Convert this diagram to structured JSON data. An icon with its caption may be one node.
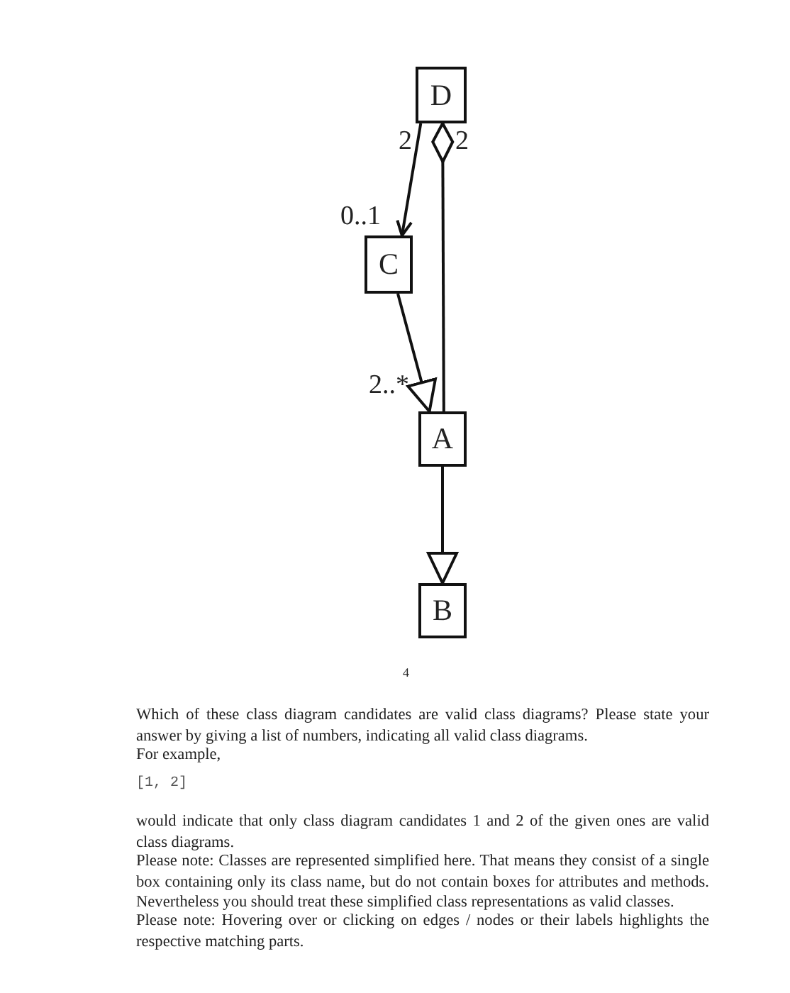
{
  "diagram": {
    "nodes": [
      {
        "text": [
          "D"
        ]
      },
      {
        "text": [
          "C"
        ]
      },
      {
        "text": [
          "A"
        ]
      },
      {
        "text": [
          "B"
        ]
      }
    ],
    "edges": [
      {
        "from": 0,
        "to": 1,
        "arrow": "to"
      },
      {
        "from": 0,
        "to": 2,
        "arrow": "other"
      },
      {
        "from": 1,
        "to": 2,
        "arrow": "to"
      },
      {
        "from": 2,
        "to": 3,
        "arrow": "to"
      }
    ],
    "labels": [
      "2",
      "2",
      "0..1",
      "2..*",
      "4",
      "Which of these class diagram candidates are valid class diagrams? Please state your answer by giving a list of numbers, indicating all valid class diagrams.",
      "For example,",
      "[1, 2]",
      "would indicate that only class diagram candidates 1 and 2 of the given ones are valid class diagrams.",
      "Please note: Classes are represented simplified here. That means they consist of a single box containing only its class name, but do not contain boxes for attributes and methods. Nevertheless you should treat these simplified class representations as valid classes.",
      "Please note: Hovering over or clicking on edges / nodes or their labels highlights the respective matching parts."
    ]
  }
}
